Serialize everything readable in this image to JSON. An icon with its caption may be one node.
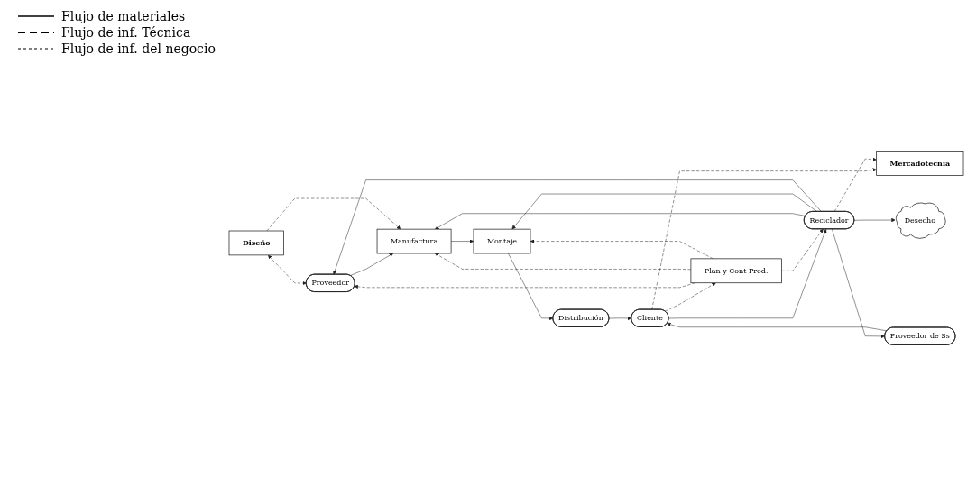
{
  "diagram": {
    "nodes": [
      {
        "text": [
          "Mercadotecnia"
        ]
      },
      {
        "text": [
          "Diseño"
        ]
      },
      {
        "text": [
          "Plan y Cont Prod."
        ]
      },
      {
        "text": [
          "Desecho"
        ]
      },
      {
        "text": [
          "Proveedor"
        ]
      },
      {
        "text": [
          "Manufactura"
        ]
      },
      {
        "text": [
          "Montaje"
        ]
      },
      {
        "text": [
          "Distribución"
        ]
      },
      {
        "text": [
          "Cliente"
        ]
      },
      {
        "text": [
          "Reciclador"
        ]
      },
      {
        "text": [
          "Proveedor de Ss"
        ]
      }
    ],
    "edges": [
      {
        "from": 4,
        "to": 5,
        "arrow": "to"
      },
      {
        "from": 5,
        "to": 6,
        "arrow": "to"
      },
      {
        "from": 6,
        "to": 7,
        "arrow": "to"
      },
      {
        "from": 7,
        "to": 8,
        "arrow": "to"
      },
      {
        "from": 8,
        "to": 9,
        "arrow": "to"
      },
      {
        "from": 9,
        "to": 3,
        "arrow": "to"
      },
      {
        "from": 10,
        "to": 8,
        "arrow": "to"
      },
      {
        "from": 9,
        "to": 10,
        "arrow": "to"
      },
      {
        "from": 9,
        "to": 5,
        "arrow": "to"
      },
      {
        "from": 9,
        "to": 6,
        "arrow": "to"
      },
      {
        "from": 9,
        "to": 4,
        "arrow": "to"
      },
      {
        "from": 1,
        "to": 4,
        "arrow": "both",
        "style": "dashed"
      },
      {
        "from": 1,
        "to": 5,
        "arrow": "to",
        "style": "dashed"
      },
      {
        "from": 8,
        "to": 0,
        "arrow": "to",
        "style": "dashed"
      },
      {
        "from": 9,
        "to": 0,
        "arrow": "to",
        "style": "dashed"
      },
      {
        "from": 2,
        "to": 4,
        "arrow": "to",
        "style": "dashed"
      },
      {
        "from": 2,
        "to": 5,
        "arrow": "to",
        "style": "dashed"
      },
      {
        "from": 2,
        "to": 6,
        "arrow": "to",
        "style": "dashed"
      },
      {
        "from": 2,
        "to": 9,
        "arrow": "to",
        "style": "dashed"
      },
      {
        "from": 8,
        "to": 2,
        "arrow": "to",
        "style": "dashed"
      }
    ],
    "legend": [
      {
        "text": "Flujo de materiales"
      },
      {
        "text": "Flujo de inf. Técnica"
      },
      {
        "text": "Flujo de inf. del negocio"
      }
    ]
  }
}
